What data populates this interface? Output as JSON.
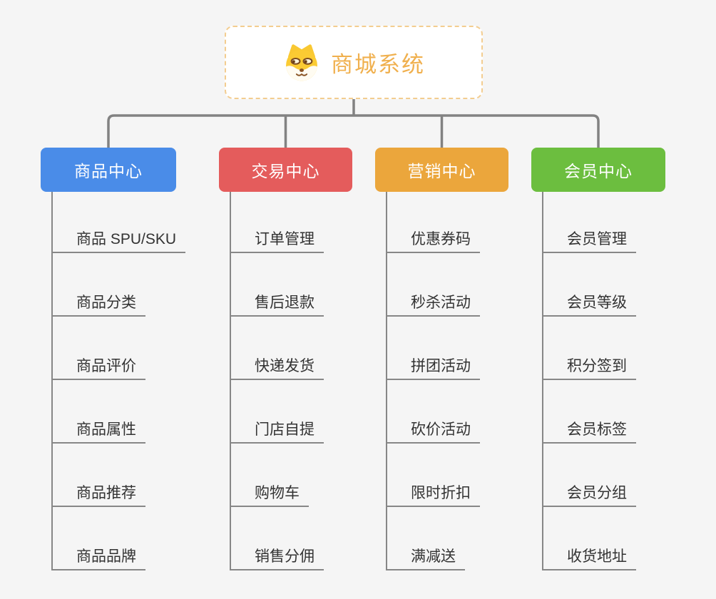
{
  "root": {
    "label": "商城系统",
    "icon": "shiba-dog-icon",
    "text_color": "#f0b04e",
    "border_color": "#f3cd90",
    "background_color": "#ffffff"
  },
  "canvas": {
    "background_color": "#f5f5f5",
    "connector_color": "#828282"
  },
  "branches": [
    {
      "label": "商品中心",
      "color": "#4a8ce8",
      "children": [
        "商品 SPU/SKU",
        "商品分类",
        "商品评价",
        "商品属性",
        "商品推荐",
        "商品品牌"
      ]
    },
    {
      "label": "交易中心",
      "color": "#e45c5c",
      "children": [
        "订单管理",
        "售后退款",
        "快递发货",
        "门店自提",
        "购物车",
        "销售分佣"
      ]
    },
    {
      "label": "营销中心",
      "color": "#eba63c",
      "children": [
        "优惠券码",
        "秒杀活动",
        "拼团活动",
        "砍价活动",
        "限时折扣",
        "满减送"
      ]
    },
    {
      "label": "会员中心",
      "color": "#6cbe3f",
      "children": [
        "会员管理",
        "会员等级",
        "积分签到",
        "会员标签",
        "会员分组",
        "收货地址"
      ]
    }
  ]
}
